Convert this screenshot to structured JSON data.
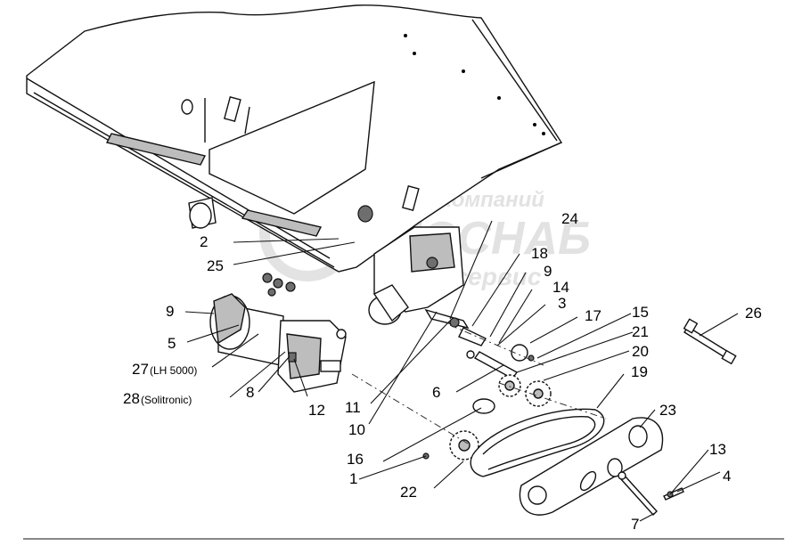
{
  "watermark": {
    "line1": "группа компаний",
    "line2": "ИНОСНАБ",
    "line3": "техсервис"
  },
  "callouts": [
    {
      "id": "c1",
      "text": "1"
    },
    {
      "id": "c2",
      "text": "2"
    },
    {
      "id": "c3",
      "text": "3"
    },
    {
      "id": "c4",
      "text": "4"
    },
    {
      "id": "c5",
      "text": "5"
    },
    {
      "id": "c6",
      "text": "6"
    },
    {
      "id": "c7",
      "text": "7"
    },
    {
      "id": "c8",
      "text": "8"
    },
    {
      "id": "c9a",
      "text": "9"
    },
    {
      "id": "c9b",
      "text": "9"
    },
    {
      "id": "c10",
      "text": "10"
    },
    {
      "id": "c11",
      "text": "11"
    },
    {
      "id": "c12",
      "text": "12"
    },
    {
      "id": "c13",
      "text": "13"
    },
    {
      "id": "c14",
      "text": "14"
    },
    {
      "id": "c15",
      "text": "15"
    },
    {
      "id": "c16",
      "text": "16"
    },
    {
      "id": "c17",
      "text": "17"
    },
    {
      "id": "c18",
      "text": "18"
    },
    {
      "id": "c19",
      "text": "19"
    },
    {
      "id": "c20",
      "text": "20"
    },
    {
      "id": "c21",
      "text": "21"
    },
    {
      "id": "c22",
      "text": "22"
    },
    {
      "id": "c23",
      "text": "23"
    },
    {
      "id": "c24",
      "text": "24"
    },
    {
      "id": "c25",
      "text": "25"
    },
    {
      "id": "c26",
      "text": "26"
    },
    {
      "id": "c27",
      "text": "27",
      "note": "(LH 5000)"
    },
    {
      "id": "c28",
      "text": "28",
      "note": "(Solitronic)"
    }
  ]
}
